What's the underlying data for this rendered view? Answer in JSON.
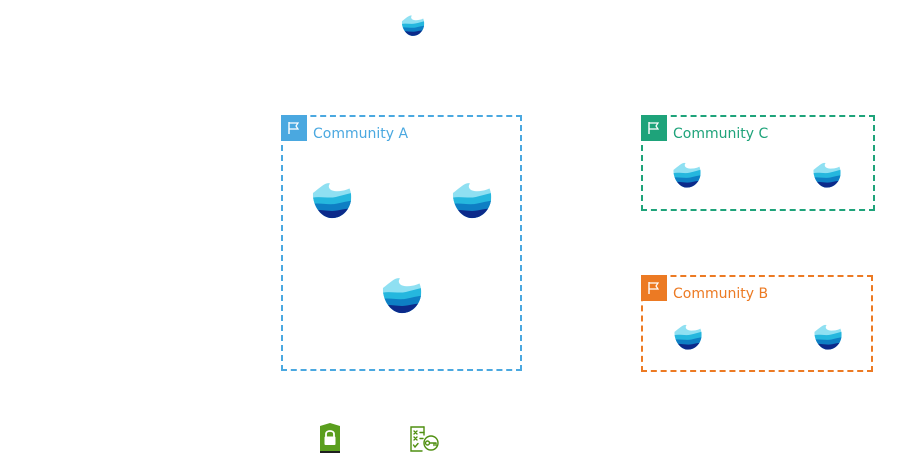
{
  "colors": {
    "community_a": "#4aa8e0",
    "community_c": "#1ea37a",
    "community_b": "#ec7a23",
    "drop_dark": "#0c2a8a",
    "drop_mid": "#0e7fc4",
    "drop_light": "#25b7de",
    "drop_pale": "#8fe0f2",
    "lock_green": "#5a9e1e",
    "policy_green": "#4f8f10"
  },
  "icons": {
    "drop": "water-drop-icon",
    "flag": "flag-icon",
    "lock": "lock-shield-icon",
    "policy": "policy-checklist-icon"
  },
  "communities": {
    "a": {
      "label": "Community A"
    },
    "c": {
      "label": "Community C"
    },
    "b": {
      "label": "Community B"
    }
  }
}
